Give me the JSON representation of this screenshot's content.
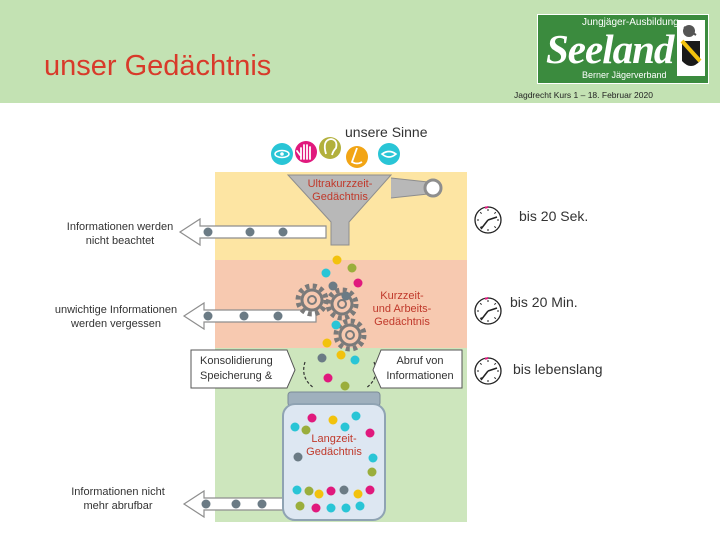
{
  "slide_title": "unser Gedächtnis",
  "logo": {
    "top_text": "Jungjäger-Ausbildung",
    "main_text": "Seeland",
    "sub_text": "Berner Jägerverband"
  },
  "course_line": "Jagdrecht Kurs 1 – 18. Februar 2020",
  "senses_label": "unsere Sinne",
  "stages": {
    "ultrakurzzeit": [
      "Ultrakurzzeit-",
      "Gedächtnis"
    ],
    "kurzzeit": [
      "Kurzzeit-",
      "und Arbeits-",
      "Gedächtnis"
    ],
    "langzeit": [
      "Langzeit-",
      "Gedächtnis"
    ]
  },
  "side_labels": {
    "not_noticed": [
      "Informationen werden",
      "nicht beachtet"
    ],
    "forgotten": [
      "unwichtige Informationen",
      "werden vergessen"
    ],
    "not_retrievable": [
      "Informationen nicht",
      "mehr abrufbar"
    ]
  },
  "process_labels": {
    "consolidation": [
      "Konsolidierung",
      "Speicherung &"
    ],
    "retrieval": [
      "Abruf von",
      "Informationen"
    ]
  },
  "durations": [
    "bis 20 Sek.",
    "bis 20 Min.",
    "bis lebenslang"
  ],
  "colors": {
    "header_green": "#c3e2b3",
    "title_red": "#d83a2a",
    "logo_green": "#3b8b3e",
    "band_yellow": "#fde5a3",
    "band_salmon": "#f7c9b0",
    "band_green": "#cde6bd",
    "text_red": "#c0392b",
    "ball_yellow": "#f2c20d",
    "ball_cyan": "#29c5d6",
    "ball_magenta": "#e0197d",
    "ball_olive": "#9aae3c",
    "ball_grey": "#6b7b85"
  },
  "icons": [
    "eye-icon",
    "hand-icon",
    "ear-icon",
    "nose-icon",
    "mouth-icon",
    "funnel-icon",
    "gear-icon",
    "clock-icon",
    "jar-icon",
    "arrow-left-icon",
    "crest-icon"
  ]
}
